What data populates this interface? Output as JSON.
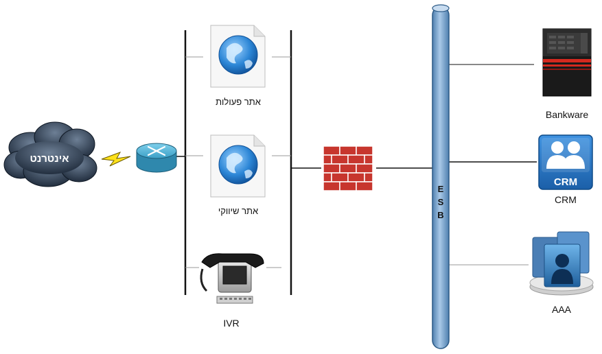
{
  "internet": {
    "label": "אינטרנט"
  },
  "site_actions": {
    "label": "אתר פעולות"
  },
  "site_marketing": {
    "label": "אתר שיווקי"
  },
  "ivr": {
    "label": "IVR"
  },
  "esb": {
    "letters": [
      "E",
      "S",
      "B"
    ]
  },
  "bankware": {
    "label": "Bankware"
  },
  "crm": {
    "label": "CRM",
    "badge": "CRM",
    "badge_color": "#1f6fc1"
  },
  "aaa": {
    "label": "AAA"
  },
  "colors": {
    "esb_fill": "#8fb3d9",
    "cloud": "#2b3a4c",
    "router": "#4fb3d6",
    "firewall": "#c7362e",
    "globe": "#2b7fc9"
  }
}
